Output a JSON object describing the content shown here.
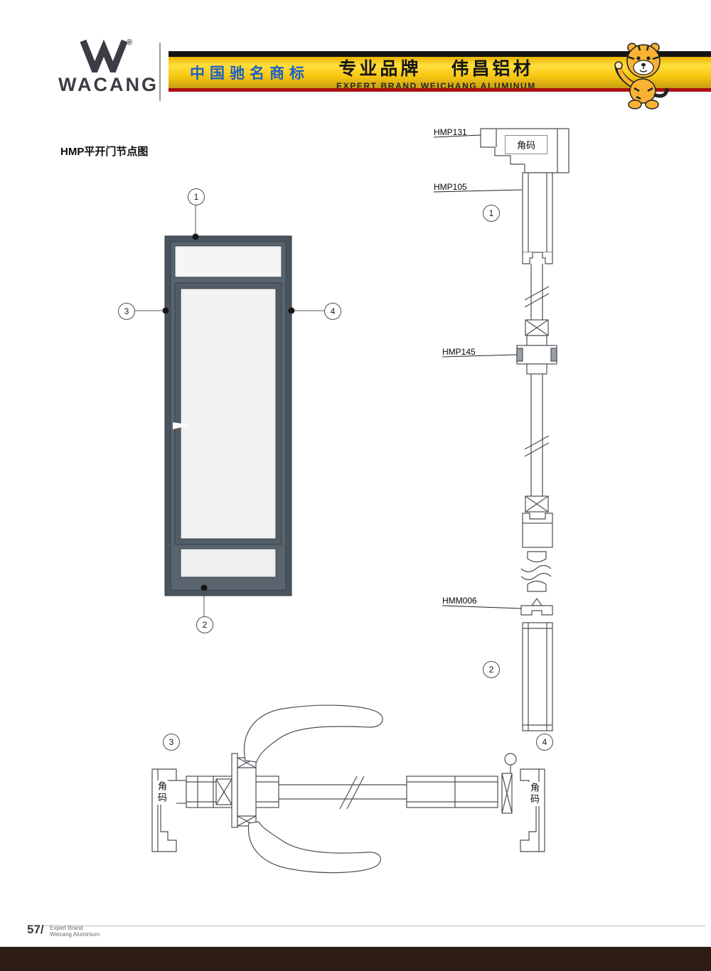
{
  "header": {
    "logo": {
      "brand": "WACANG",
      "registered": "®"
    },
    "banner": {
      "cn_badge": "中国驰名商标",
      "slogan_cn": "专业品牌",
      "brand_cn": "伟昌铝材",
      "slogan_en": "EXPERT BRAND WEICHANG ALUMINUM"
    }
  },
  "title": "HMP平开门节点图",
  "callouts": {
    "c1": "1",
    "c2": "2",
    "c3": "3",
    "c4": "4"
  },
  "labels": {
    "hmp131": "HMP131",
    "hmp105": "HMP105",
    "hmp145": "HMP145",
    "hmm006": "HMM006",
    "corner_code": "角码"
  },
  "footer": {
    "page_number": "57/",
    "line1": "Expert Brand",
    "line2": "Weicang Aluminium"
  },
  "colors": {
    "banner_gold": "#f8c710",
    "banner_red": "#a80f0f",
    "badge_blue": "#1a5fc8",
    "door_frame": "#4a545e",
    "footer_bar": "#2e1d12"
  }
}
